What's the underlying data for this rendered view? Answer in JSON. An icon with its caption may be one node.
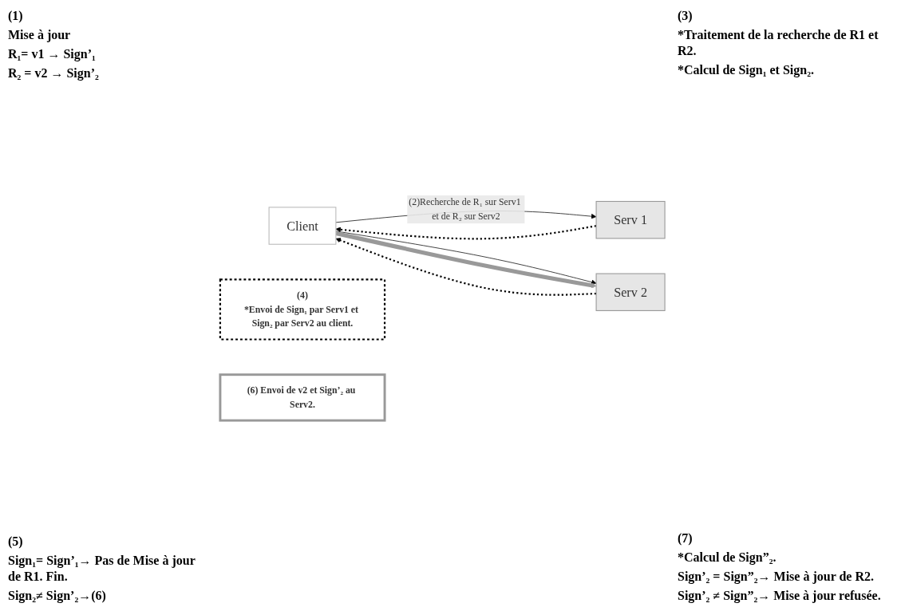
{
  "diagram": {
    "nodes": [
      {
        "text": [
          "Client"
        ]
      },
      {
        "text": [
          "Serv 1"
        ]
      },
      {
        "text": [
          "Serv 2"
        ]
      },
      {
        "text": [
          "(4)",
          "*Envoi de Sign₁ par Serv1 et Sign₂ par Serv2 au client."
        ]
      },
      {
        "text": [
          "(6) Envoi de v2 et Sign’₂ au Serv2."
        ]
      }
    ],
    "edges": [
      {
        "from": 1,
        "to": 0,
        "arrow": "to",
        "style": "dashed"
      },
      {
        "from": 0,
        "to": 1,
        "arrow": "to",
        "label": "(2)Recherche de R₁ sur Serv1 et de R₂ sur Serv2"
      },
      {
        "from": 0,
        "to": 2,
        "arrow": "to"
      },
      {
        "from": 2,
        "to": 0,
        "arrow": "to",
        "style": "dashed"
      },
      {
        "from": 0,
        "to": 2,
        "arrow": "to",
        "style": "thick",
        "color": "#999999"
      }
    ],
    "labels": [
      "(1)",
      "Mise à jour",
      "R₁= v1 → Sign’₁",
      "R₂ = v2 → Sign’₂",
      "(3)",
      "*Traitement de la recherche de R1 et R2.",
      "*Calcul de Sign₁ et Sign₂.",
      "(5)",
      "Sign₁= Sign’₁→ Pas de Mise à jour de R1. Fin.",
      "Sign₂≠ Sign’₂→(6)",
      "(7)",
      "*Calcul de Sign”₂.",
      "Sign’₂ = Sign”₂→ Mise à jour de R2.",
      "Sign’₂ ≠ Sign”₂→ Mise à jour refusée."
    ]
  }
}
